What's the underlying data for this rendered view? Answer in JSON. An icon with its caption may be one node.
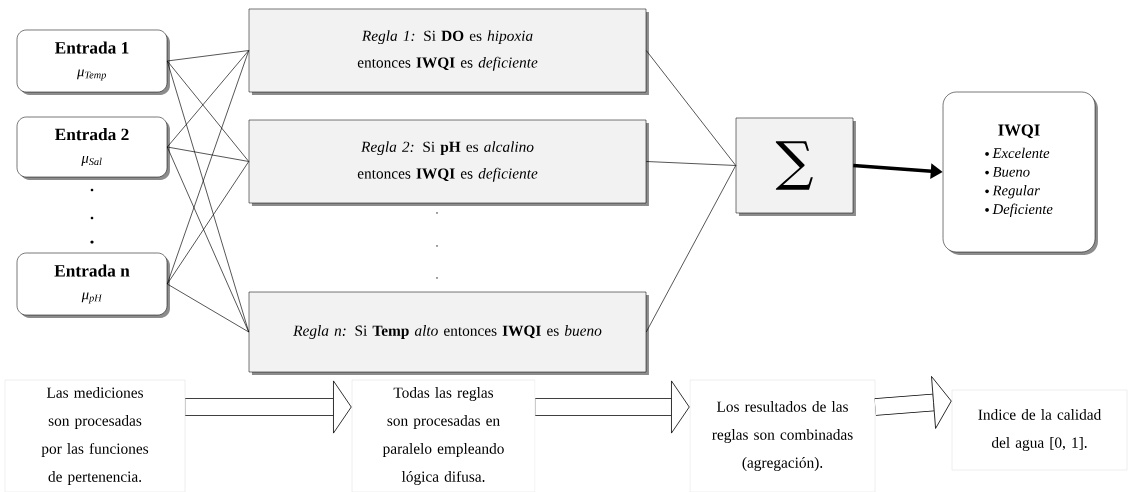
{
  "diagram": {
    "nodes": [
      {
        "text": [
          "Entrada 1",
          "μ$_{Temp}$"
        ]
      },
      {
        "text": [
          "Entrada 2",
          "μ$_{Sal}$"
        ]
      },
      {
        "text": [
          "Entrada n",
          "μ$_{pH}$"
        ]
      },
      {
        "text": [
          "*Regla 1:* Si **DO** es *hipoxia* entonces **IWQI** es *deficiente*"
        ]
      },
      {
        "text": [
          "*Regla 2:* Si **pH** es *alcalino* entonces **IWQI** es *deficiente*"
        ]
      },
      {
        "text": [
          "*Regla n:* Si **Temp** *alto* entonces **IWQI** es *bueno*"
        ]
      },
      {
        "text": [
          "∑"
        ]
      },
      {
        "text": [
          "IWQI",
          "Excelente",
          "Bueno",
          "Regular",
          "Deficiente"
        ]
      },
      {
        "text": [
          "Las mediciones son procesadas por las funciones de pertenencia."
        ]
      },
      {
        "text": [
          "Todas las reglas son procesadas en paralelo empleando lógica difusa."
        ]
      },
      {
        "text": [
          "Los resultados de las reglas son combinadas (agregación)."
        ]
      },
      {
        "text": [
          "Indice de la calidad del agua [0, 1]."
        ]
      }
    ],
    "edges": [
      {
        "from": 0,
        "to": 3,
        "arrow": "none"
      },
      {
        "from": 0,
        "to": 4,
        "arrow": "none"
      },
      {
        "from": 0,
        "to": 5,
        "arrow": "none"
      },
      {
        "from": 1,
        "to": 3,
        "arrow": "none"
      },
      {
        "from": 1,
        "to": 4,
        "arrow": "none"
      },
      {
        "from": 1,
        "to": 5,
        "arrow": "none"
      },
      {
        "from": 2,
        "to": 3,
        "arrow": "none"
      },
      {
        "from": 2,
        "to": 4,
        "arrow": "none"
      },
      {
        "from": 2,
        "to": 5,
        "arrow": "none"
      },
      {
        "from": 3,
        "to": 6,
        "arrow": "none"
      },
      {
        "from": 4,
        "to": 6,
        "arrow": "none"
      },
      {
        "from": 5,
        "to": 6,
        "arrow": "none"
      },
      {
        "from": 6,
        "to": 7,
        "arrow": "to",
        "style": "thick"
      },
      {
        "from": 8,
        "to": 9,
        "arrow": "to",
        "style": "thick"
      },
      {
        "from": 9,
        "to": 10,
        "arrow": "to",
        "style": "thick"
      },
      {
        "from": 10,
        "to": 11,
        "arrow": "to",
        "style": "thick"
      }
    ]
  }
}
